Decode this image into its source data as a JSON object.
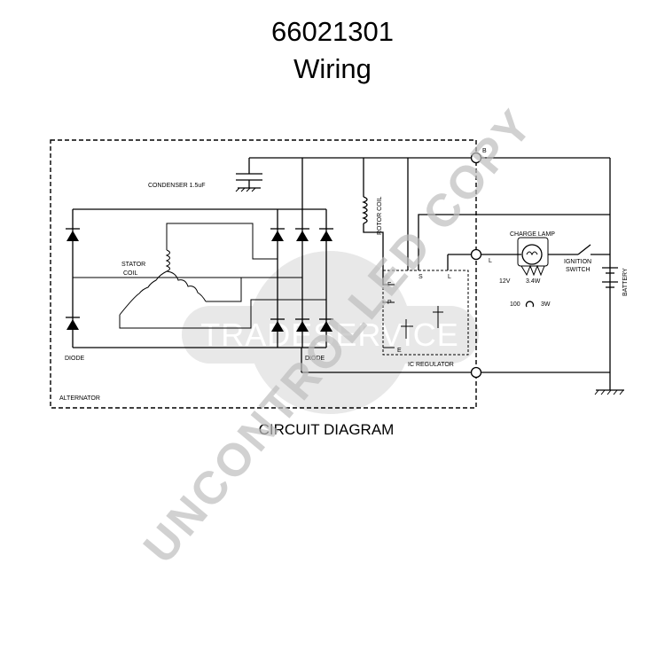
{
  "header": {
    "part_number": "66021301",
    "subtitle": "Wiring"
  },
  "diagram": {
    "caption": "CIRCUIT DIAGRAM",
    "labels": {
      "condenser": "CONDENSER 1.5uF",
      "stator_coil_1": "STATOR",
      "stator_coil_2": "COIL",
      "diode_left": "DIODE",
      "diode_right": "DIODE",
      "alternator": "ALTERNATOR",
      "rotor_coil": "ROTOR COIL",
      "ic_regulator": "IC REGULATOR",
      "terminal_f": "F",
      "terminal_p": "P",
      "terminal_e": "E",
      "terminal_s": "S",
      "terminal_l": "L",
      "terminal_b": "B",
      "terminal_l_out": "L",
      "charge_lamp": "CHARGE LAMP",
      "lamp_12v": "12V",
      "lamp_3_4w": "3.4W",
      "res_100": "100",
      "res_3w": "3W",
      "ignition_1": "IGNITION",
      "ignition_2": "SWITCH",
      "battery": "BATTERY"
    }
  },
  "watermarks": {
    "diagonal": "UNCONTROLLED COPY",
    "logo": "TRADESERVICE"
  }
}
